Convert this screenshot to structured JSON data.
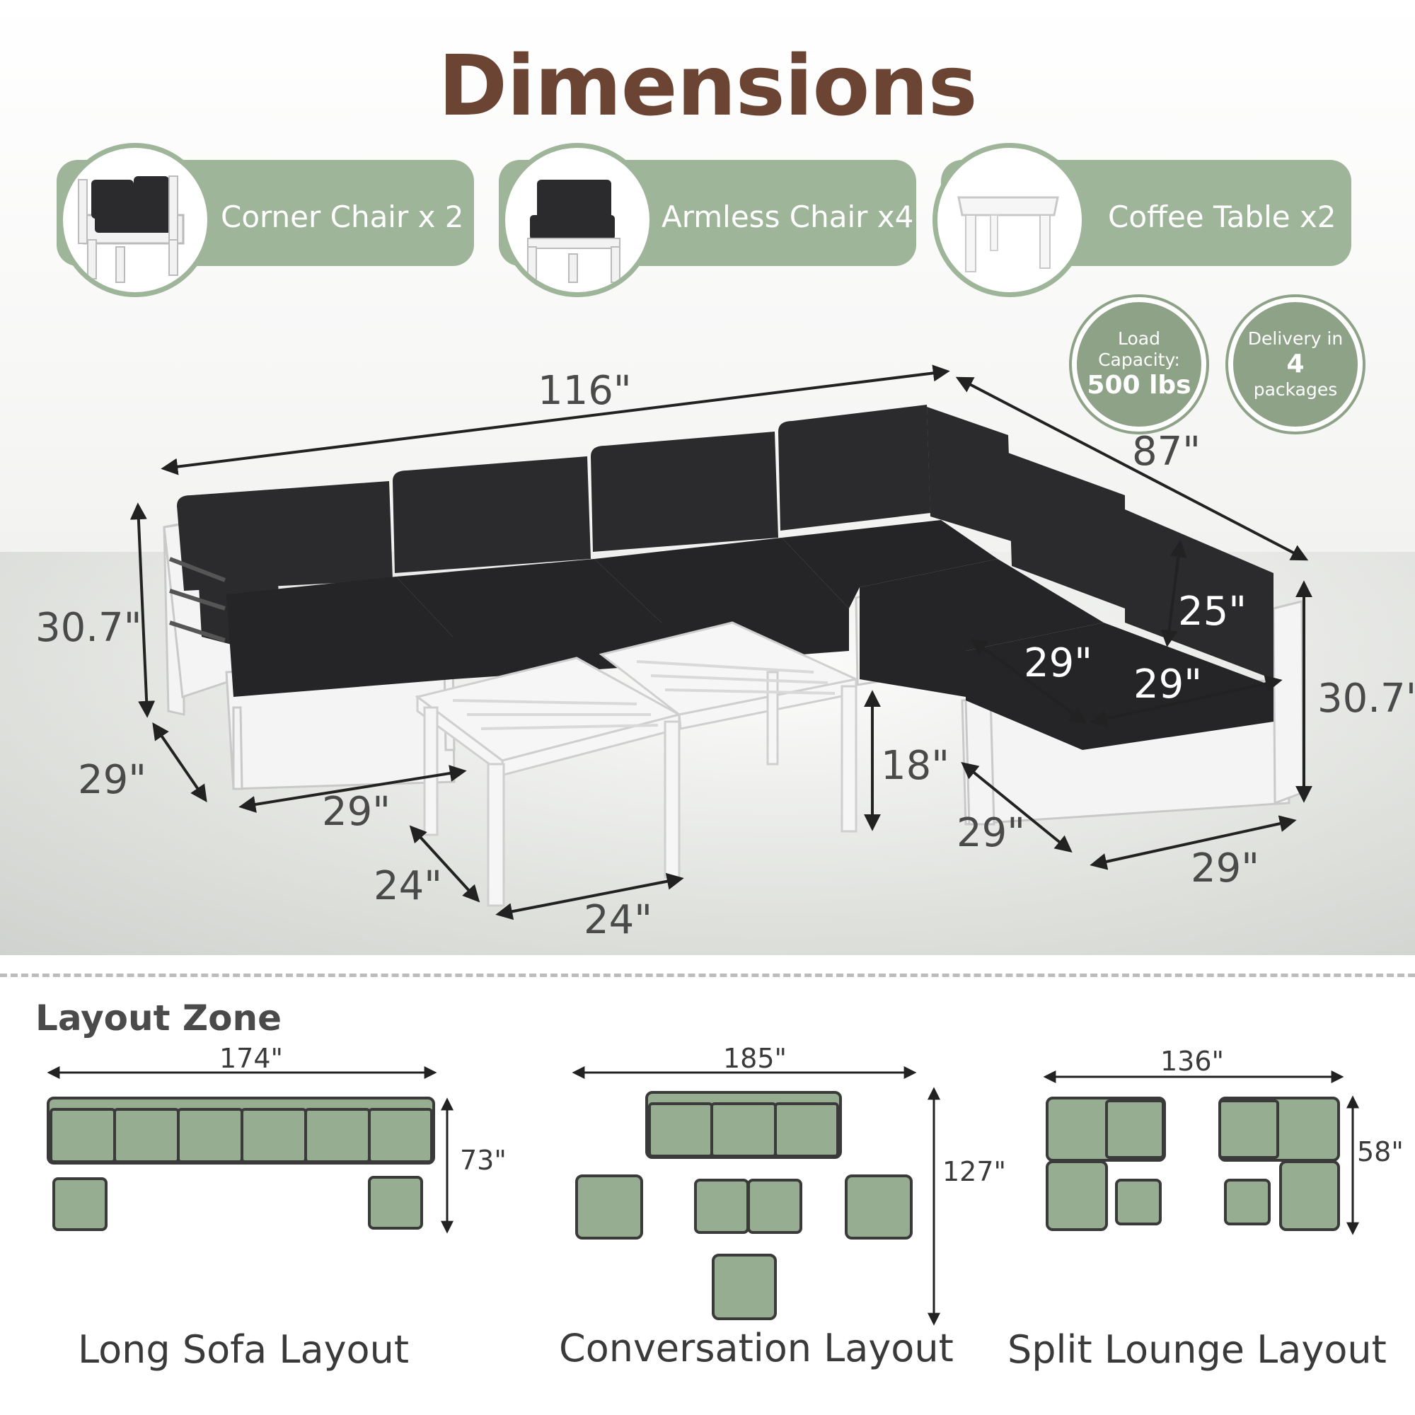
{
  "title": "Dimensions",
  "items": [
    {
      "label": "Corner Chair x 2",
      "icon": "corner-chair-icon"
    },
    {
      "label": "Armless Chair x4",
      "icon": "armless-chair-icon"
    },
    {
      "label": "Coffee Table x2",
      "icon": "coffee-table-icon"
    }
  ],
  "badges": {
    "load": {
      "line1": "Load",
      "line2": "Capacity:",
      "value": "500 lbs"
    },
    "delivery": {
      "line1": "Delivery in",
      "value": "4",
      "line3": "packages"
    }
  },
  "dimensions": {
    "total_width": "116\"",
    "side_length": "87\"",
    "height_left": "30.7\"",
    "height_right": "30.7\"",
    "back_height": "25\"",
    "seat_depth": "29\"",
    "seat_width": "29\"",
    "left_depth": "29\"",
    "left_front": "29\"",
    "table_height": "18\"",
    "table_depth": "24\"",
    "table_width": "24\"",
    "right_depth": "29\"",
    "right_front": "29\""
  },
  "colors": {
    "accent_green": "#9fb59a",
    "title_brown": "#6b4433",
    "cushion": "#2b2b2d",
    "frame": "#f4f4f4"
  },
  "layout_zone": {
    "title": "Layout Zone",
    "layouts": [
      {
        "name": "Long Sofa Layout",
        "width": "174\"",
        "depth": "73\""
      },
      {
        "name": "Conversation Layout",
        "width": "185\"",
        "depth": "127\""
      },
      {
        "name": "Split Lounge Layout",
        "width": "136\"",
        "depth": "58\""
      }
    ]
  }
}
